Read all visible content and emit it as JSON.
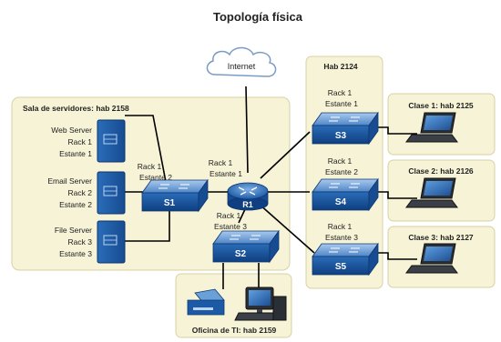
{
  "title": "Topología física",
  "internet": "Internet",
  "server_room": {
    "title": "Sala de servidores: hab 2158",
    "servers": [
      {
        "name": "Web Server",
        "rack": "Rack 1",
        "shelf": "Estante 1"
      },
      {
        "name": "Email Server",
        "rack": "Rack 2",
        "shelf": "Estante 2"
      },
      {
        "name": "File Server",
        "rack": "Rack 3",
        "shelf": "Estante 3"
      }
    ],
    "s1_rack": "Rack 1",
    "s1_shelf": "Estante 2"
  },
  "devices": {
    "s1": "S1",
    "r1": "R1",
    "s2": "S2",
    "s3": "S3",
    "s4": "S4",
    "s5": "S5"
  },
  "r1_location": {
    "rack": "Rack 1",
    "shelf": "Estante 1"
  },
  "s2_location": {
    "rack": "Rack 1",
    "shelf": "Estante 3"
  },
  "hab2124": {
    "title": "Hab 2124",
    "switches": [
      {
        "rack": "Rack 1",
        "shelf": "Estante 1"
      },
      {
        "rack": "Rack 1",
        "shelf": "Estante 2"
      },
      {
        "rack": "Rack 1",
        "shelf": "Estante 3"
      }
    ]
  },
  "classrooms": [
    {
      "title": "Clase 1: hab 2125"
    },
    {
      "title": "Clase 2: hab 2126"
    },
    {
      "title": "Clase 3: hab 2127"
    }
  ],
  "it_office": {
    "title": "Oficina de TI: hab 2159"
  },
  "colors": {
    "room_fill": "#f6f3d6",
    "room_stroke": "#d8d2a6",
    "device_blue": "#1c5aa6",
    "device_top": "#5e95cf",
    "link": "#000000"
  }
}
